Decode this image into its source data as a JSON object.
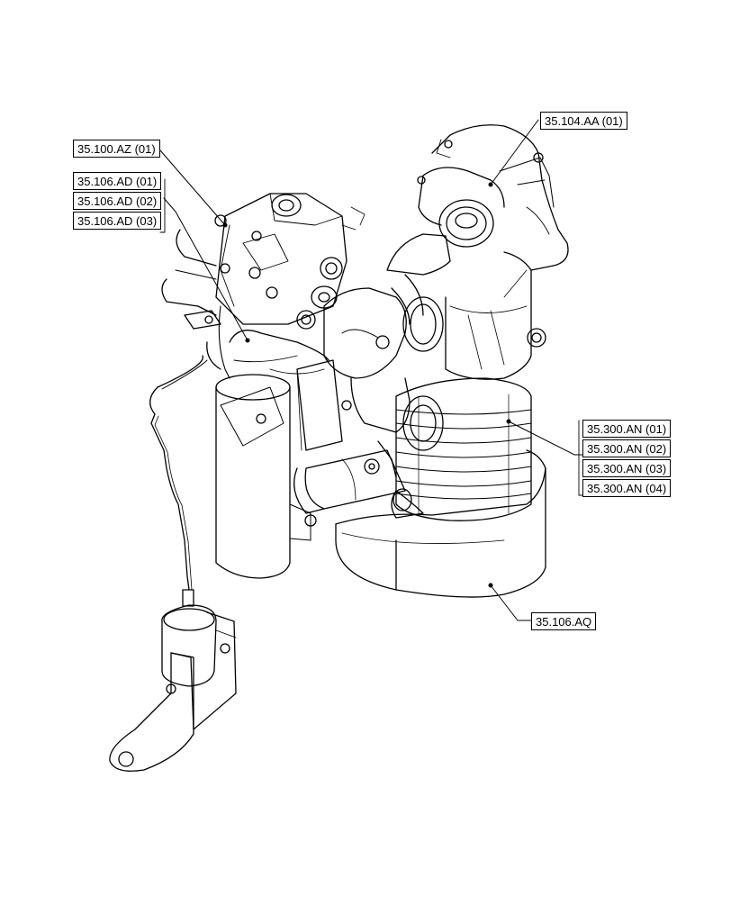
{
  "callouts": {
    "c1": "35.100.AZ (01)",
    "c2": "35.106.AD (01)",
    "c3": "35.106.AD (02)",
    "c4": "35.106.AD (03)",
    "c5": "35.104.AA (01)",
    "c6": "35.300.AN (01)",
    "c7": "35.300.AN (02)",
    "c8": "35.300.AN (03)",
    "c9": "35.300.AN (04)",
    "c10": "35.106.AQ"
  }
}
